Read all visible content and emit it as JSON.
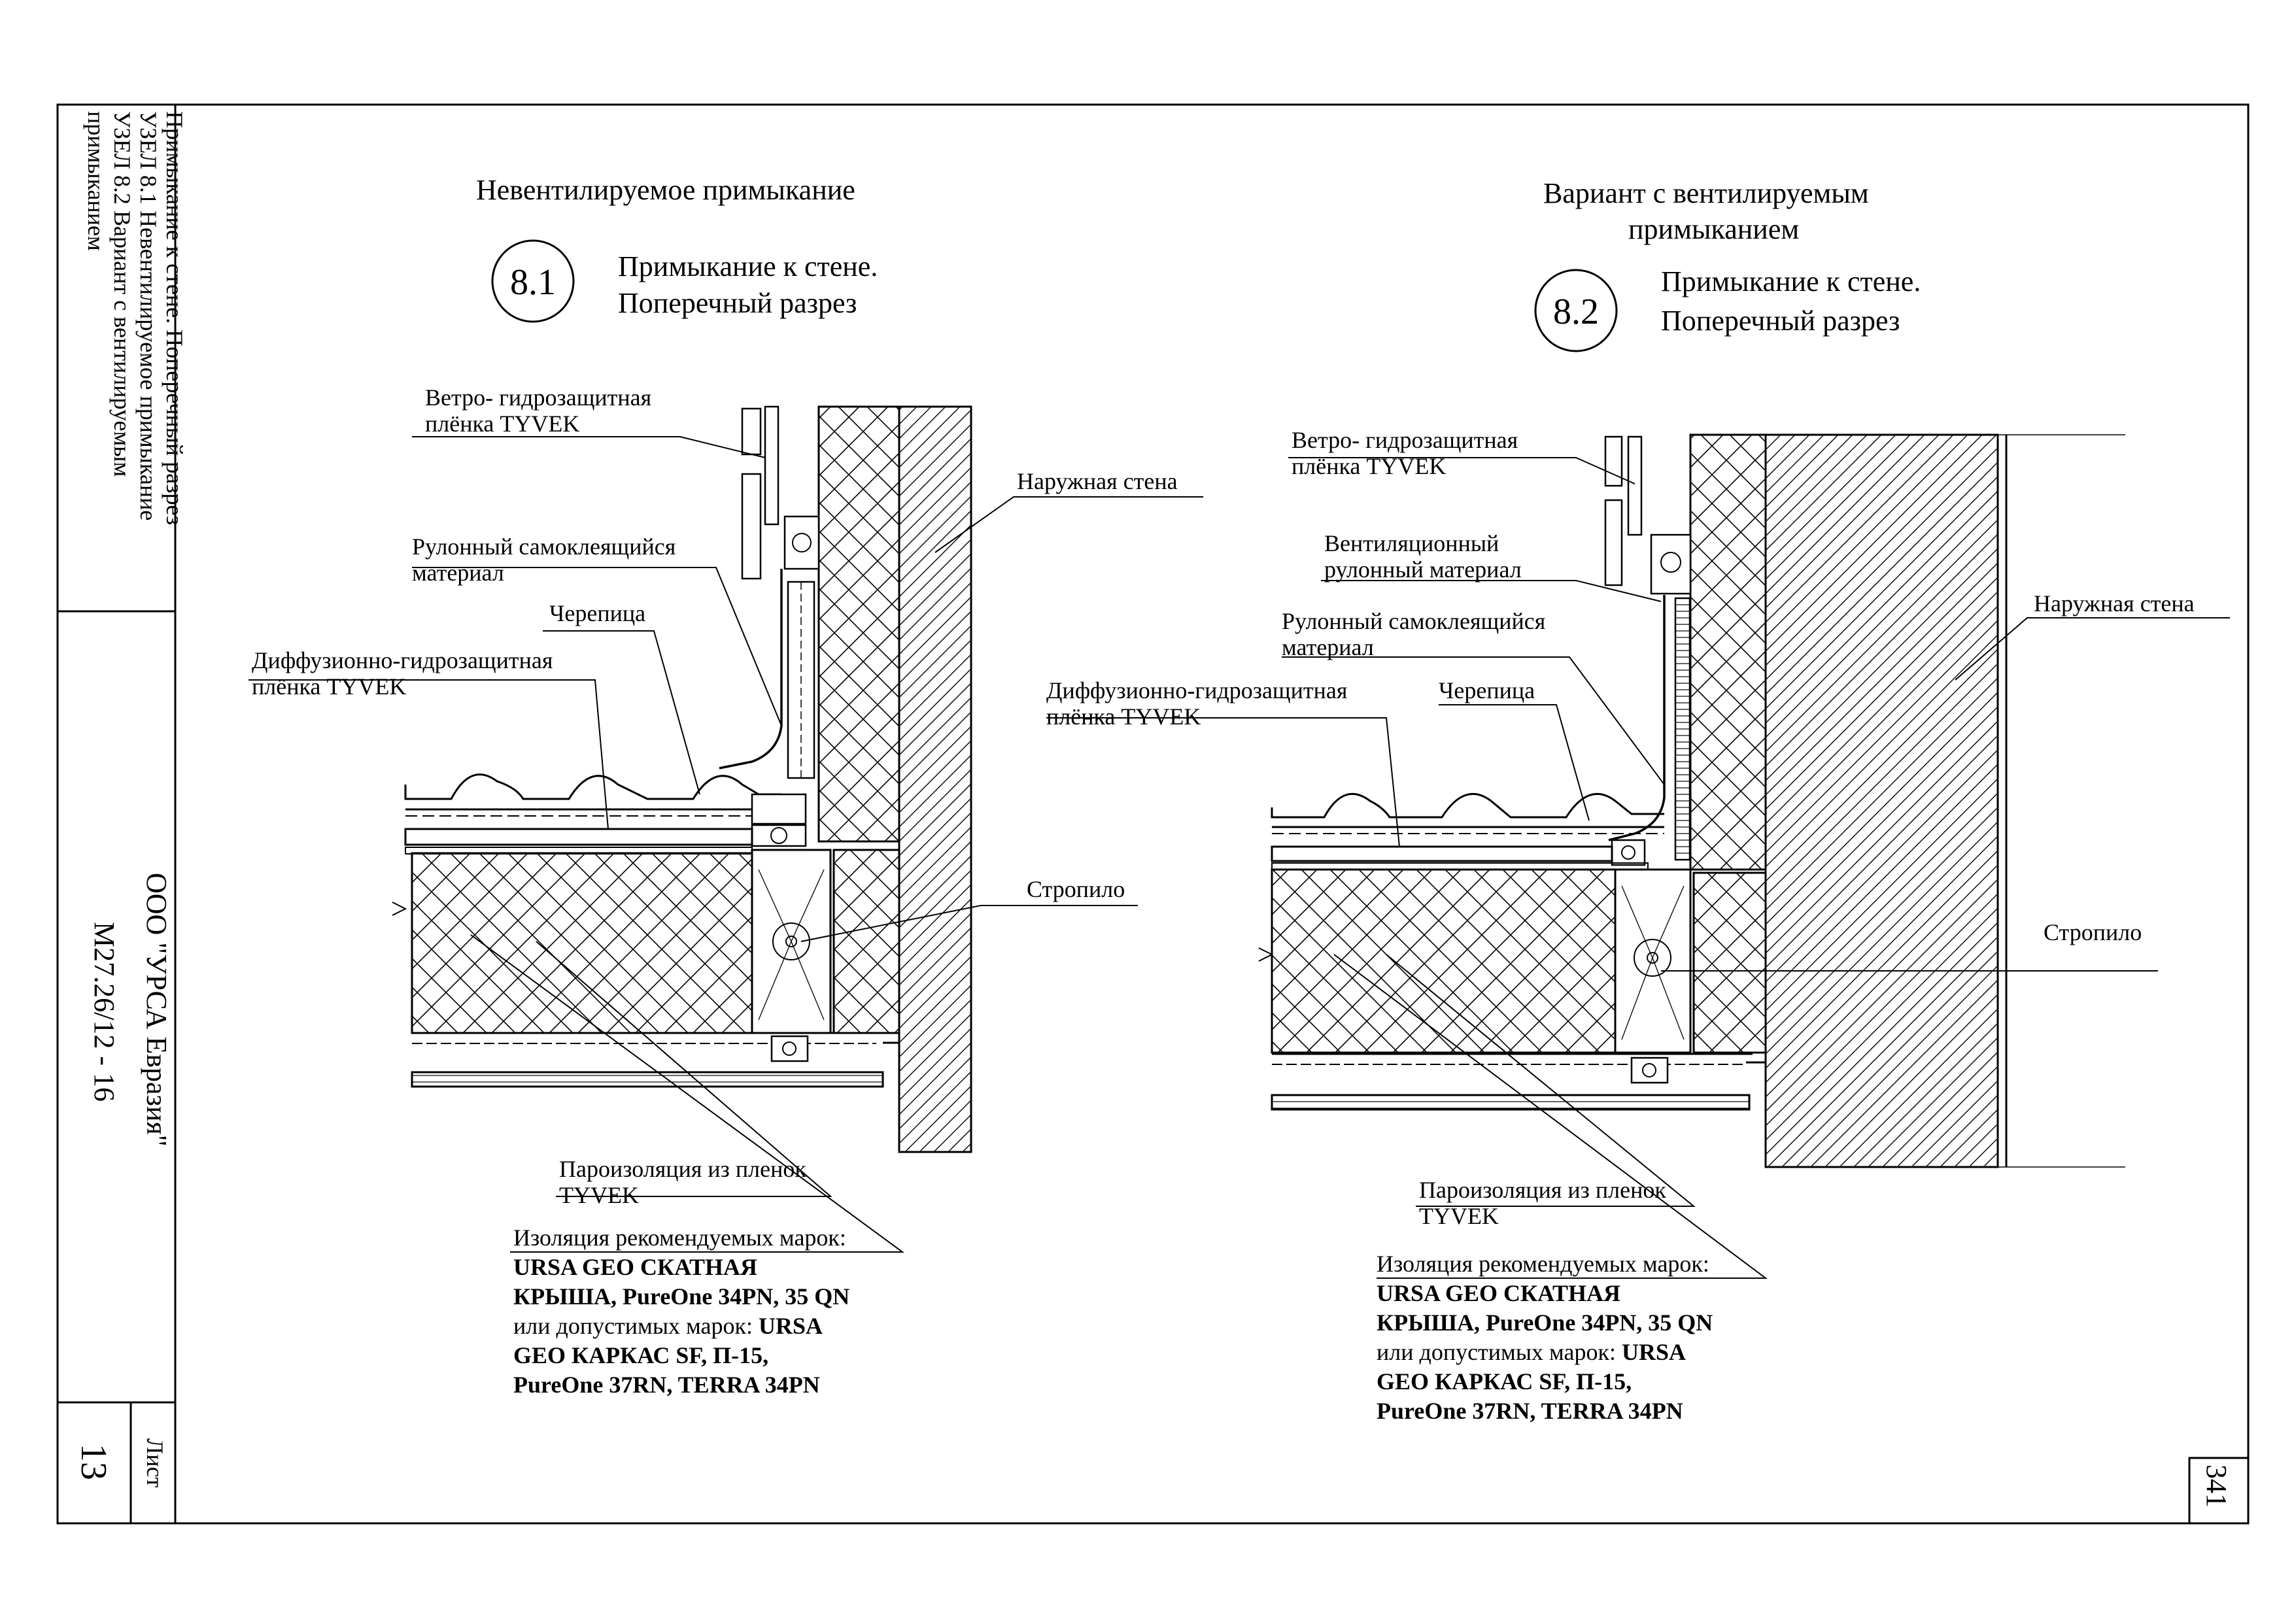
{
  "stamp": {
    "sheet_title_lines": [
      "Примыкание к стене. Поперечный разрез",
      "УЗЕЛ 8.1 Невентилируемое примыкание",
      "УЗЕЛ 8.2 Вариант с вентилируемым",
      "примыканием"
    ],
    "company": "ООО \"УРСА Евразия\"",
    "doc_code": "М27.26/12 - 16",
    "sheet_label": "Лист",
    "sheet_number": "13",
    "page_number": "341"
  },
  "detail_81": {
    "heading": "Невентилируемое примыкание",
    "number": "8.1",
    "caption_lines": [
      "Примыкание к стене.",
      "Поперечный разрез"
    ],
    "labels": {
      "wind_film": [
        "Ветро- гидрозащитная",
        "плёнка TYVEK"
      ],
      "self_adhesive": [
        "Рулонный самоклеящийся",
        "материал"
      ],
      "tile": "Черепица",
      "diffusion_film": [
        "Диффузионно-гидрозащитная",
        "плёнка TYVEK"
      ],
      "outer_wall": "Наружная стена",
      "rafter": "Стропило",
      "vapor_barrier": [
        "Пароизоляция из пленок",
        "TYVEK"
      ]
    },
    "insulation_note": {
      "line1": "Изоляция рекомендуемых марок:",
      "line2": "URSA GEO СКАТНАЯ",
      "line3": "КРЫША, PureOne 34PN, 35 QN",
      "line4_plain": "или допустимых марок: ",
      "line4_bold": "URSA",
      "line5": "GEO КАРКАС SF, П-15,",
      "line6": "PureOne 37RN, TERRA 34PN"
    }
  },
  "detail_82": {
    "heading_lines": [
      "Вариант с вентилируемым",
      "примыканием"
    ],
    "number": "8.2",
    "caption_lines": [
      "Примыкание к стене.",
      "Поперечный разрез"
    ],
    "labels": {
      "wind_film": [
        "Ветро- гидрозащитная",
        "плёнка TYVEK"
      ],
      "vent_material": [
        "Вентиляционный",
        "рулонный материал"
      ],
      "self_adhesive": [
        "Рулонный самоклеящийся",
        "материал"
      ],
      "tile": "Черепица",
      "diffusion_film": [
        "Диффузионно-гидрозащитная",
        "плёнка TYVEK"
      ],
      "outer_wall": "Наружная стена",
      "rafter": "Стропило",
      "vapor_barrier": [
        "Пароизоляция из пленок",
        "TYVEK"
      ]
    },
    "insulation_note": {
      "line1": "Изоляция рекомендуемых марок:",
      "line2": "URSA GEO СКАТНАЯ",
      "line3": "КРЫША, PureOne 34PN, 35 QN",
      "line4_plain": "или допустимых марок: ",
      "line4_bold": "URSA",
      "line5": "GEO КАРКАС SF, П-15,",
      "line6": "PureOne 37RN, TERRA 34PN"
    }
  }
}
